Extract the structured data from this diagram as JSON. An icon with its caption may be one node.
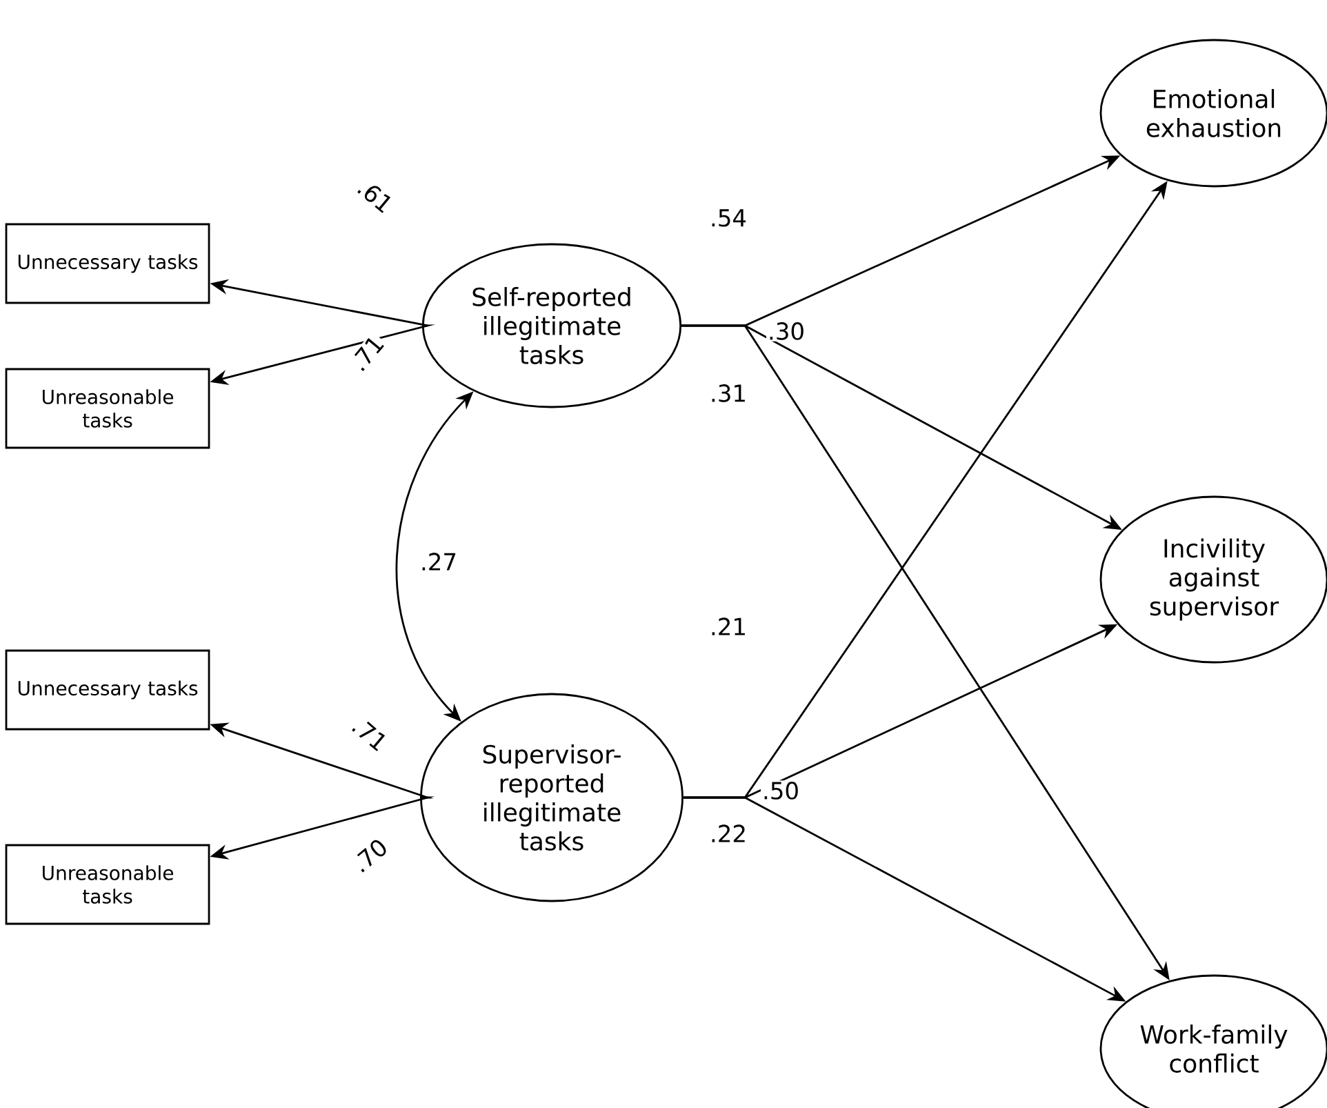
{
  "diagram": {
    "nodes": [
      {
        "text": [
          "Unnecessary tasks"
        ]
      },
      {
        "text": [
          "Unreasonable tasks"
        ]
      },
      {
        "text": [
          "Self-reported illegitimate tasks"
        ]
      },
      {
        "text": [
          "Unnecessary tasks"
        ]
      },
      {
        "text": [
          "Unreasonable tasks"
        ]
      },
      {
        "text": [
          "Supervisor-reported illegitimate tasks"
        ]
      },
      {
        "text": [
          "Emotional exhaustion"
        ]
      },
      {
        "text": [
          "Incivility against supervisor"
        ]
      },
      {
        "text": [
          "Work-family conflict"
        ]
      }
    ],
    "edges": [
      {
        "from": 2,
        "to": 0,
        "arrow": "to",
        "label": ".61"
      },
      {
        "from": 2,
        "to": 1,
        "arrow": "to",
        "label": ".71"
      },
      {
        "from": 2,
        "to": 5,
        "arrow": "both",
        "label": ".27"
      },
      {
        "from": 5,
        "to": 3,
        "arrow": "to",
        "label": ".71"
      },
      {
        "from": 5,
        "to": 4,
        "arrow": "to",
        "label": ".70"
      },
      {
        "from": 2,
        "to": 6,
        "arrow": "to",
        "label": ".54"
      },
      {
        "from": 2,
        "to": 7,
        "arrow": "to",
        "label": ".30"
      },
      {
        "from": 2,
        "to": 8,
        "arrow": "to",
        "label": ".31"
      },
      {
        "from": 5,
        "to": 6,
        "arrow": "to",
        "label": ".21"
      },
      {
        "from": 5,
        "to": 7,
        "arrow": "to",
        "label": ".50"
      },
      {
        "from": 5,
        "to": 8,
        "arrow": "to",
        "label": ".22"
      }
    ]
  }
}
